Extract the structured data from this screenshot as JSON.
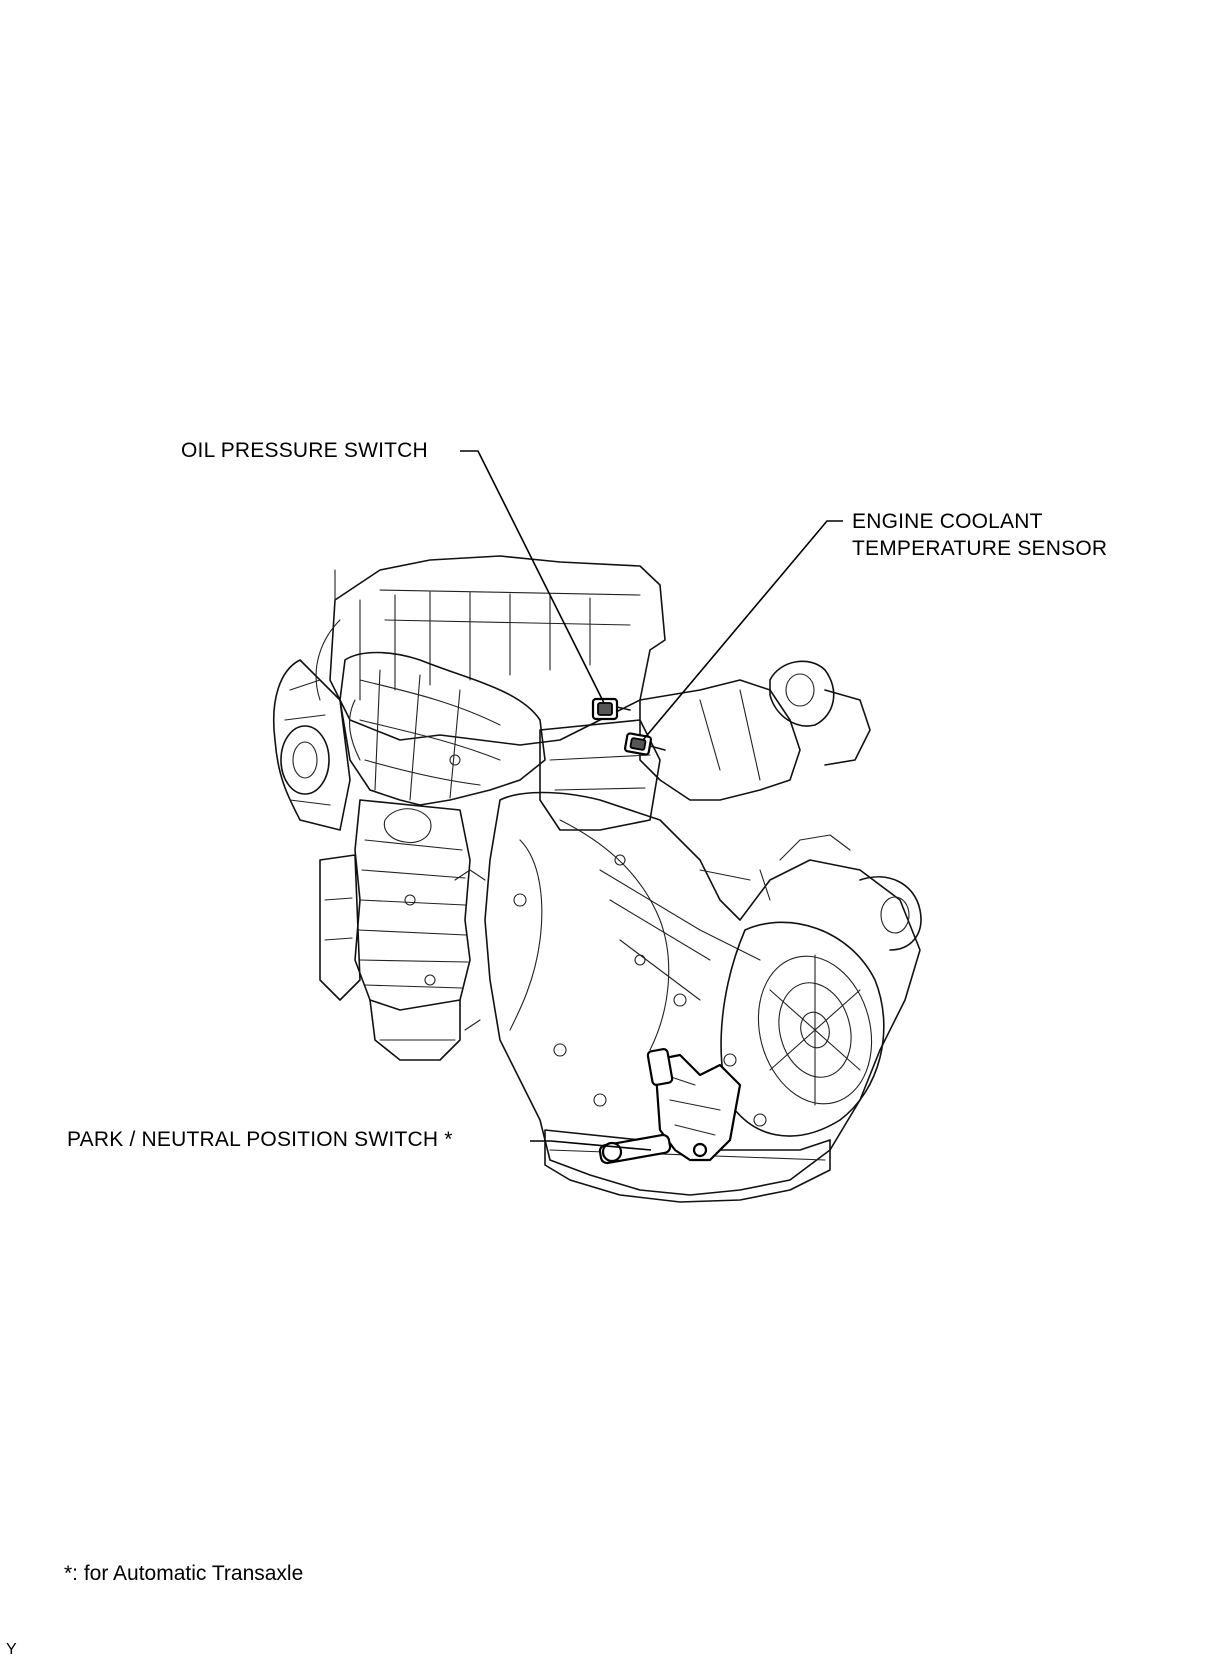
{
  "labels": {
    "oil_pressure_switch": "OIL PRESSURE SWITCH",
    "ect_sensor_line1": "ENGINE COOLANT",
    "ect_sensor_line2": "TEMPERATURE SENSOR",
    "park_neutral_switch": "PARK / NEUTRAL POSITION SWITCH *"
  },
  "footnote": "*: for Automatic Transaxle",
  "corner_code": "Y"
}
